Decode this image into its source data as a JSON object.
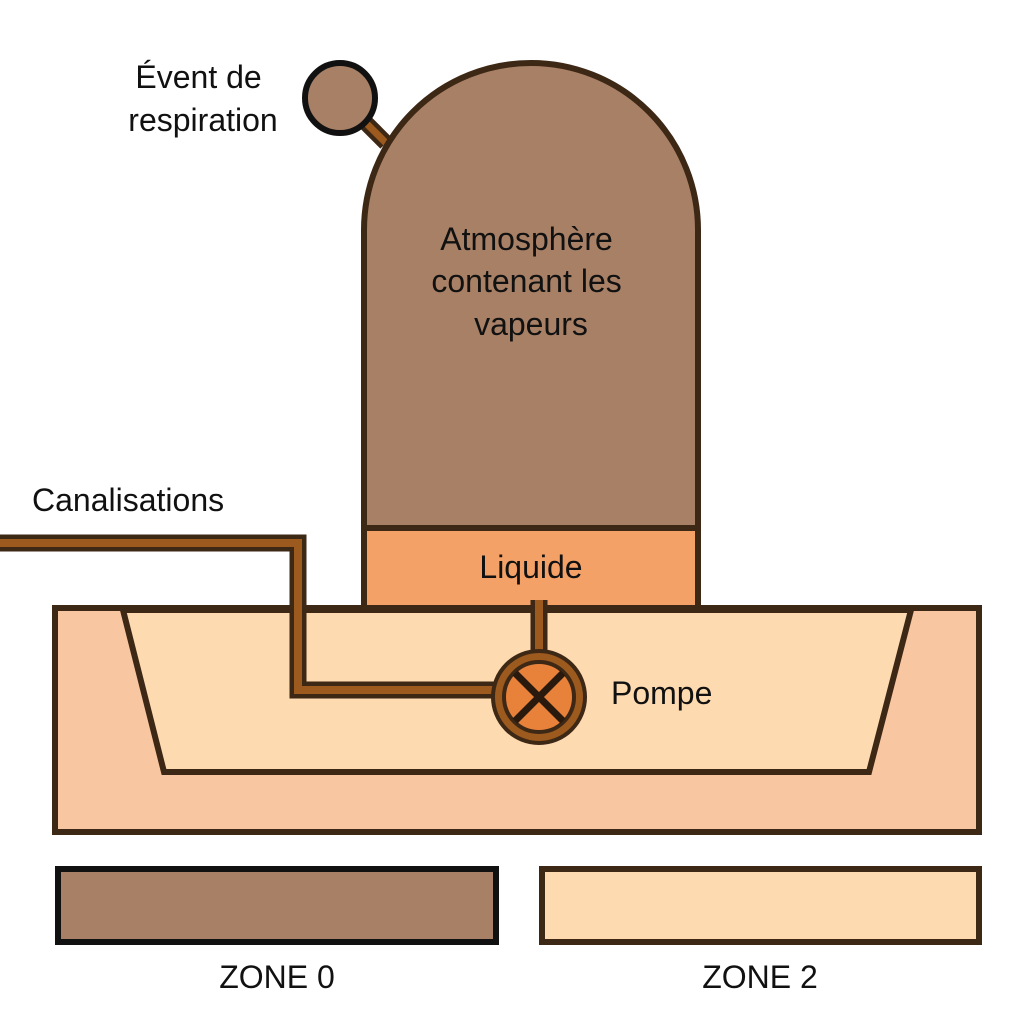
{
  "labels": {
    "vent": [
      "Évent de",
      "respiration"
    ],
    "atmosphere": [
      "Atmosphère",
      "contenant les",
      "vapeurs"
    ],
    "piping": "Canalisations",
    "liquid": "Liquide",
    "pump": "Pompe"
  },
  "legend": [
    {
      "label": "ZONE 0",
      "color": "#A88066"
    },
    {
      "label": "ZONE 2",
      "color": "#FDDAB0"
    }
  ],
  "colors": {
    "tank_vapor": "#A88066",
    "liquid": "#F3A167",
    "bund_outer": "#F8C6A1",
    "bund_inner": "#FDDAB0",
    "pipe": "#9C5A1E",
    "pump": "#E8823A",
    "outline": "#3D2715"
  }
}
